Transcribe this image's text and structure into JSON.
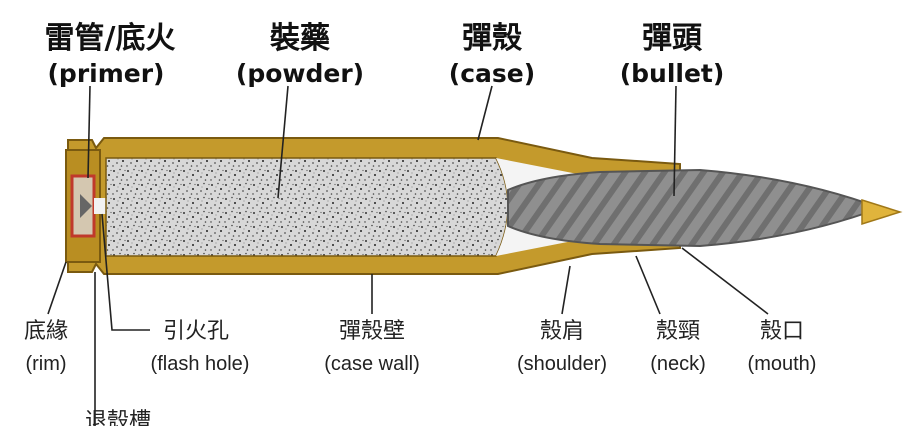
{
  "top_labels": {
    "primer": {
      "cn": "雷管/底火",
      "en": "(primer)"
    },
    "powder": {
      "cn": "裝藥",
      "en": "(powder)"
    },
    "case": {
      "cn": "彈殼",
      "en": "(case)"
    },
    "bullet": {
      "cn": "彈頭",
      "en": "(bullet)"
    }
  },
  "bottom_labels": {
    "rim": {
      "cn": "底緣",
      "en": "(rim)"
    },
    "flash_hole": {
      "cn": "引火孔",
      "en": "(flash hole)"
    },
    "case_wall": {
      "cn": "彈殼壁",
      "en": "(case wall)"
    },
    "shoulder": {
      "cn": "殼肩",
      "en": "(shoulder)"
    },
    "neck": {
      "cn": "殼頸",
      "en": "(neck)"
    },
    "mouth": {
      "cn": "殼口",
      "en": "(mouth)"
    },
    "extractor_groove_partial": "退殼槽"
  },
  "colors": {
    "brass": "#c49a2c",
    "brass_dark": "#8c6a12",
    "powder_bg": "#d6d6d6",
    "bullet": "#8a8a8a",
    "bullet_tip": "#e0b43c",
    "primer_red": "#c0392b"
  }
}
